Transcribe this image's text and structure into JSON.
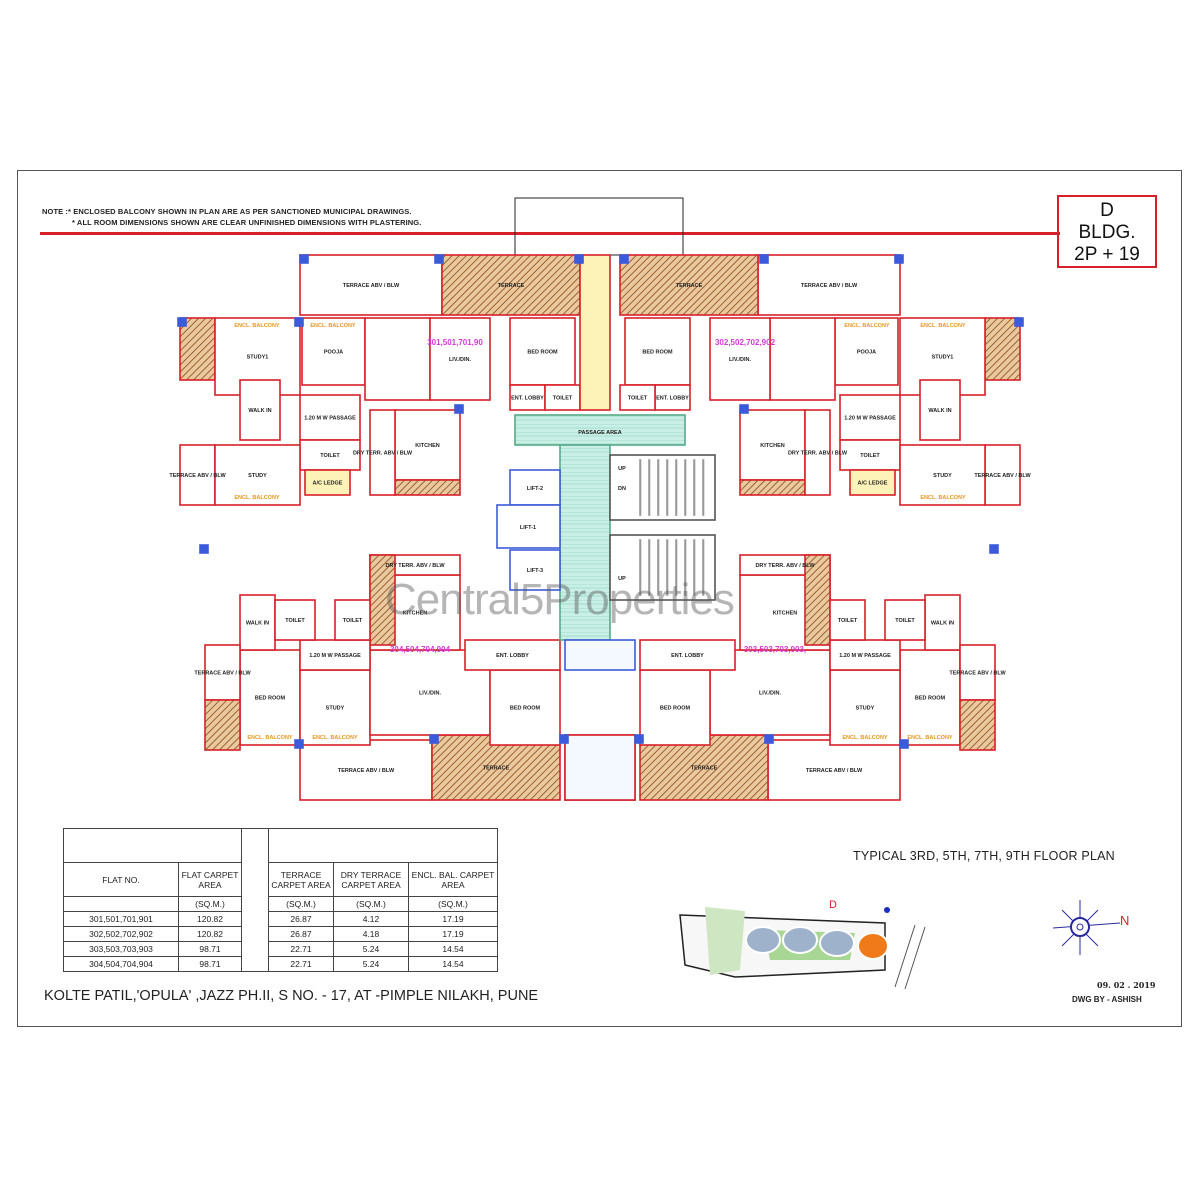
{
  "notes": {
    "line1": "NOTE :* ENCLOSED BALCONY SHOWN IN PLAN ARE AS PER SANCTIONED MUNICIPAL DRAWINGS.",
    "line2": "* ALL ROOM DIMENSIONS SHOWN ARE CLEAR UNFINISHED DIMENSIONS WITH PLASTERING."
  },
  "title_box": {
    "line1": "D",
    "line2": "BLDG.",
    "line3": "2P  +  19"
  },
  "colors": {
    "walls": "#d8202a",
    "columns": "#3b5bdb",
    "hatch": "#b9834c",
    "passage": "#bfe9e0",
    "unit_label": "#d63ad6",
    "watermark": "#5a5a5a"
  },
  "units": [
    "301,501,701,90",
    "302,502,702,902",
    "304,504,704,904",
    "303,503,703,903,"
  ],
  "rooms": {
    "terrace_abv_blw": "TERRACE ABV / BLW",
    "terrace": "TERRACE",
    "study1": "STUDY1",
    "study": "STUDY",
    "pooja": "POOJA",
    "liv_din": "LIV./DIN.",
    "bed_room": "BED ROOM",
    "passage": "1.20 M W PASSAGE",
    "walk_in": "WALK IN",
    "toilet": "TOILET",
    "kitchen": "KITCHEN",
    "dry_terr": "DRY TERR. ABV / BLW",
    "ac_ledge": "A/C LEDGE",
    "ent_lobby": "ENT. LOBBY",
    "encl_balcony": "ENCL. BALCONY",
    "passage_area": "PASSAGE AREA",
    "lift1": "LIFT-1",
    "lift2": "LIFT-2",
    "lift3": "LIFT-3",
    "up": "UP",
    "dn": "DN"
  },
  "watermark": "Central5Properties",
  "table": {
    "headers": {
      "flat_no": "FLAT NO.",
      "flat_carpet": "FLAT CARPET AREA",
      "terrace_carpet": "TERRACE CARPET AREA",
      "dry_terrace_carpet": "DRY TERRACE CARPET AREA",
      "encl_bal_carpet": "ENCL. BAL. CARPET  AREA",
      "unit": "(SQ.M.)"
    },
    "rows": [
      {
        "flat": "301,501,701,901",
        "carpet": "120.82",
        "terrace": "26.87",
        "dry": "4.12",
        "encl": "17.19"
      },
      {
        "flat": "302,502,702,902",
        "carpet": "120.82",
        "terrace": "26.87",
        "dry": "4.18",
        "encl": "17.19"
      },
      {
        "flat": "303,503,703,903",
        "carpet": "98.71",
        "terrace": "22.71",
        "dry": "5.24",
        "encl": "14.54"
      },
      {
        "flat": "304,504,704,904",
        "carpet": "98.71",
        "terrace": "22.71",
        "dry": "5.24",
        "encl": "14.54"
      }
    ]
  },
  "plan_title": "TYPICAL 3RD, 5TH, 7TH, 9TH    FLOOR PLAN",
  "key_plan_marker": "D",
  "compass_label": "N",
  "footer": "KOLTE PATIL,'OPULA' ,JAZZ PH.II, S NO. - 17, AT -PIMPLE NILAKH, PUNE",
  "date": "09. 02 . 2019",
  "drawn_by": "DWG BY - ASHISH"
}
